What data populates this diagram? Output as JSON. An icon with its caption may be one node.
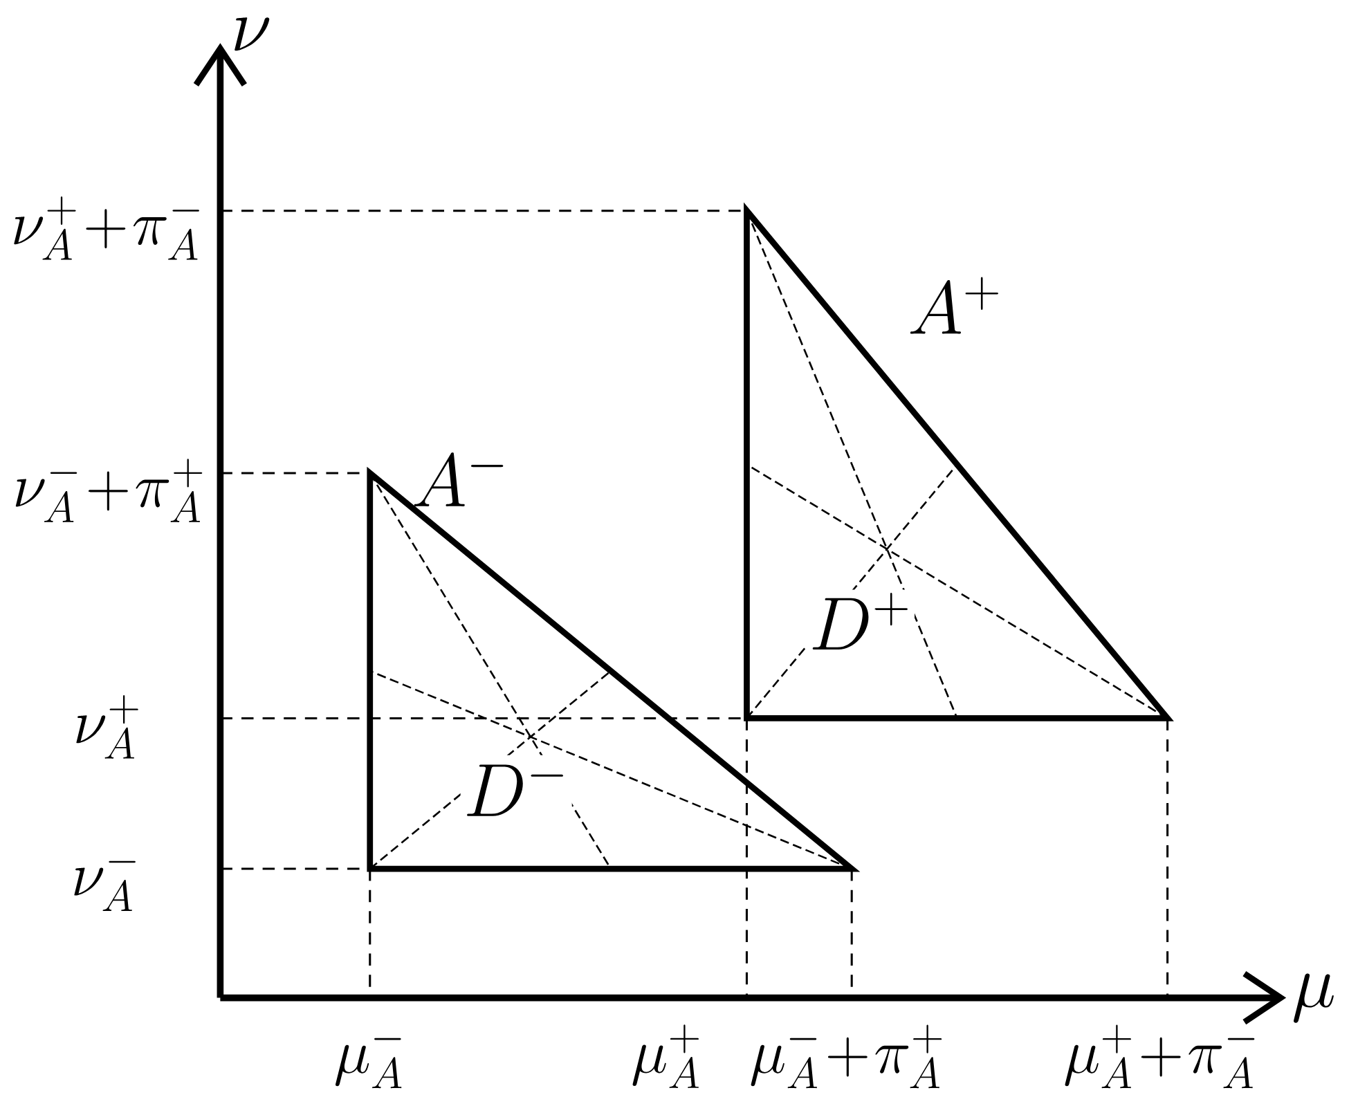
{
  "diagram": {
    "labels": [
      "\\nu",
      "\\nu_A^{+}+\\pi_A^{-}",
      "A^{+}",
      "\\nu_A^{-}+\\pi_A^{+}",
      "A^{-}",
      "D^{+}",
      "\\nu_A^{+}",
      "D^{-}",
      "\\nu_A^{-}",
      "\\mu",
      "\\mu_A^{-}",
      "\\mu_A^{+}",
      "\\mu_A^{-}+\\pi_A^{+}",
      "\\mu_A^{+}+\\pi_A^{-}"
    ]
  }
}
